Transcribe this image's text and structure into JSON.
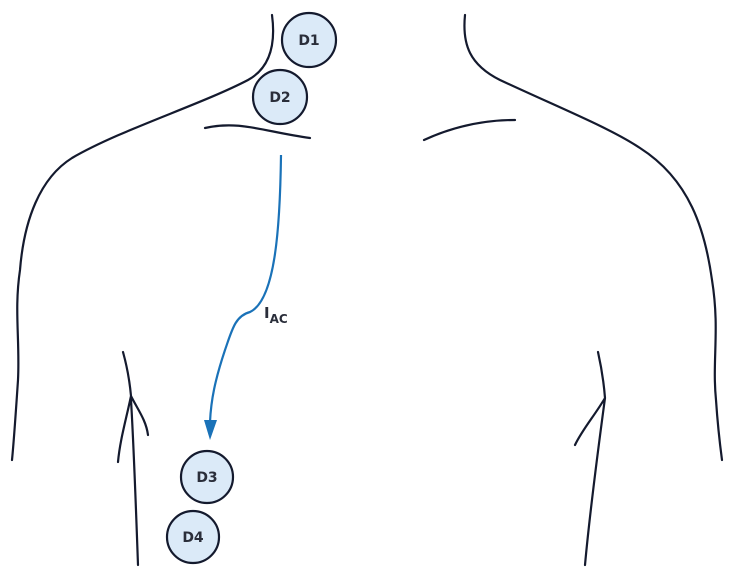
{
  "electrodes": [
    {
      "label": "D1"
    },
    {
      "label": "D2"
    },
    {
      "label": "D3"
    },
    {
      "label": "D4"
    }
  ],
  "current": {
    "main": "I",
    "sub": "AC"
  },
  "colors": {
    "outline": "#141a2e",
    "electrode_fill": "#dbeaf8",
    "current_arrow": "#1a72b8"
  }
}
